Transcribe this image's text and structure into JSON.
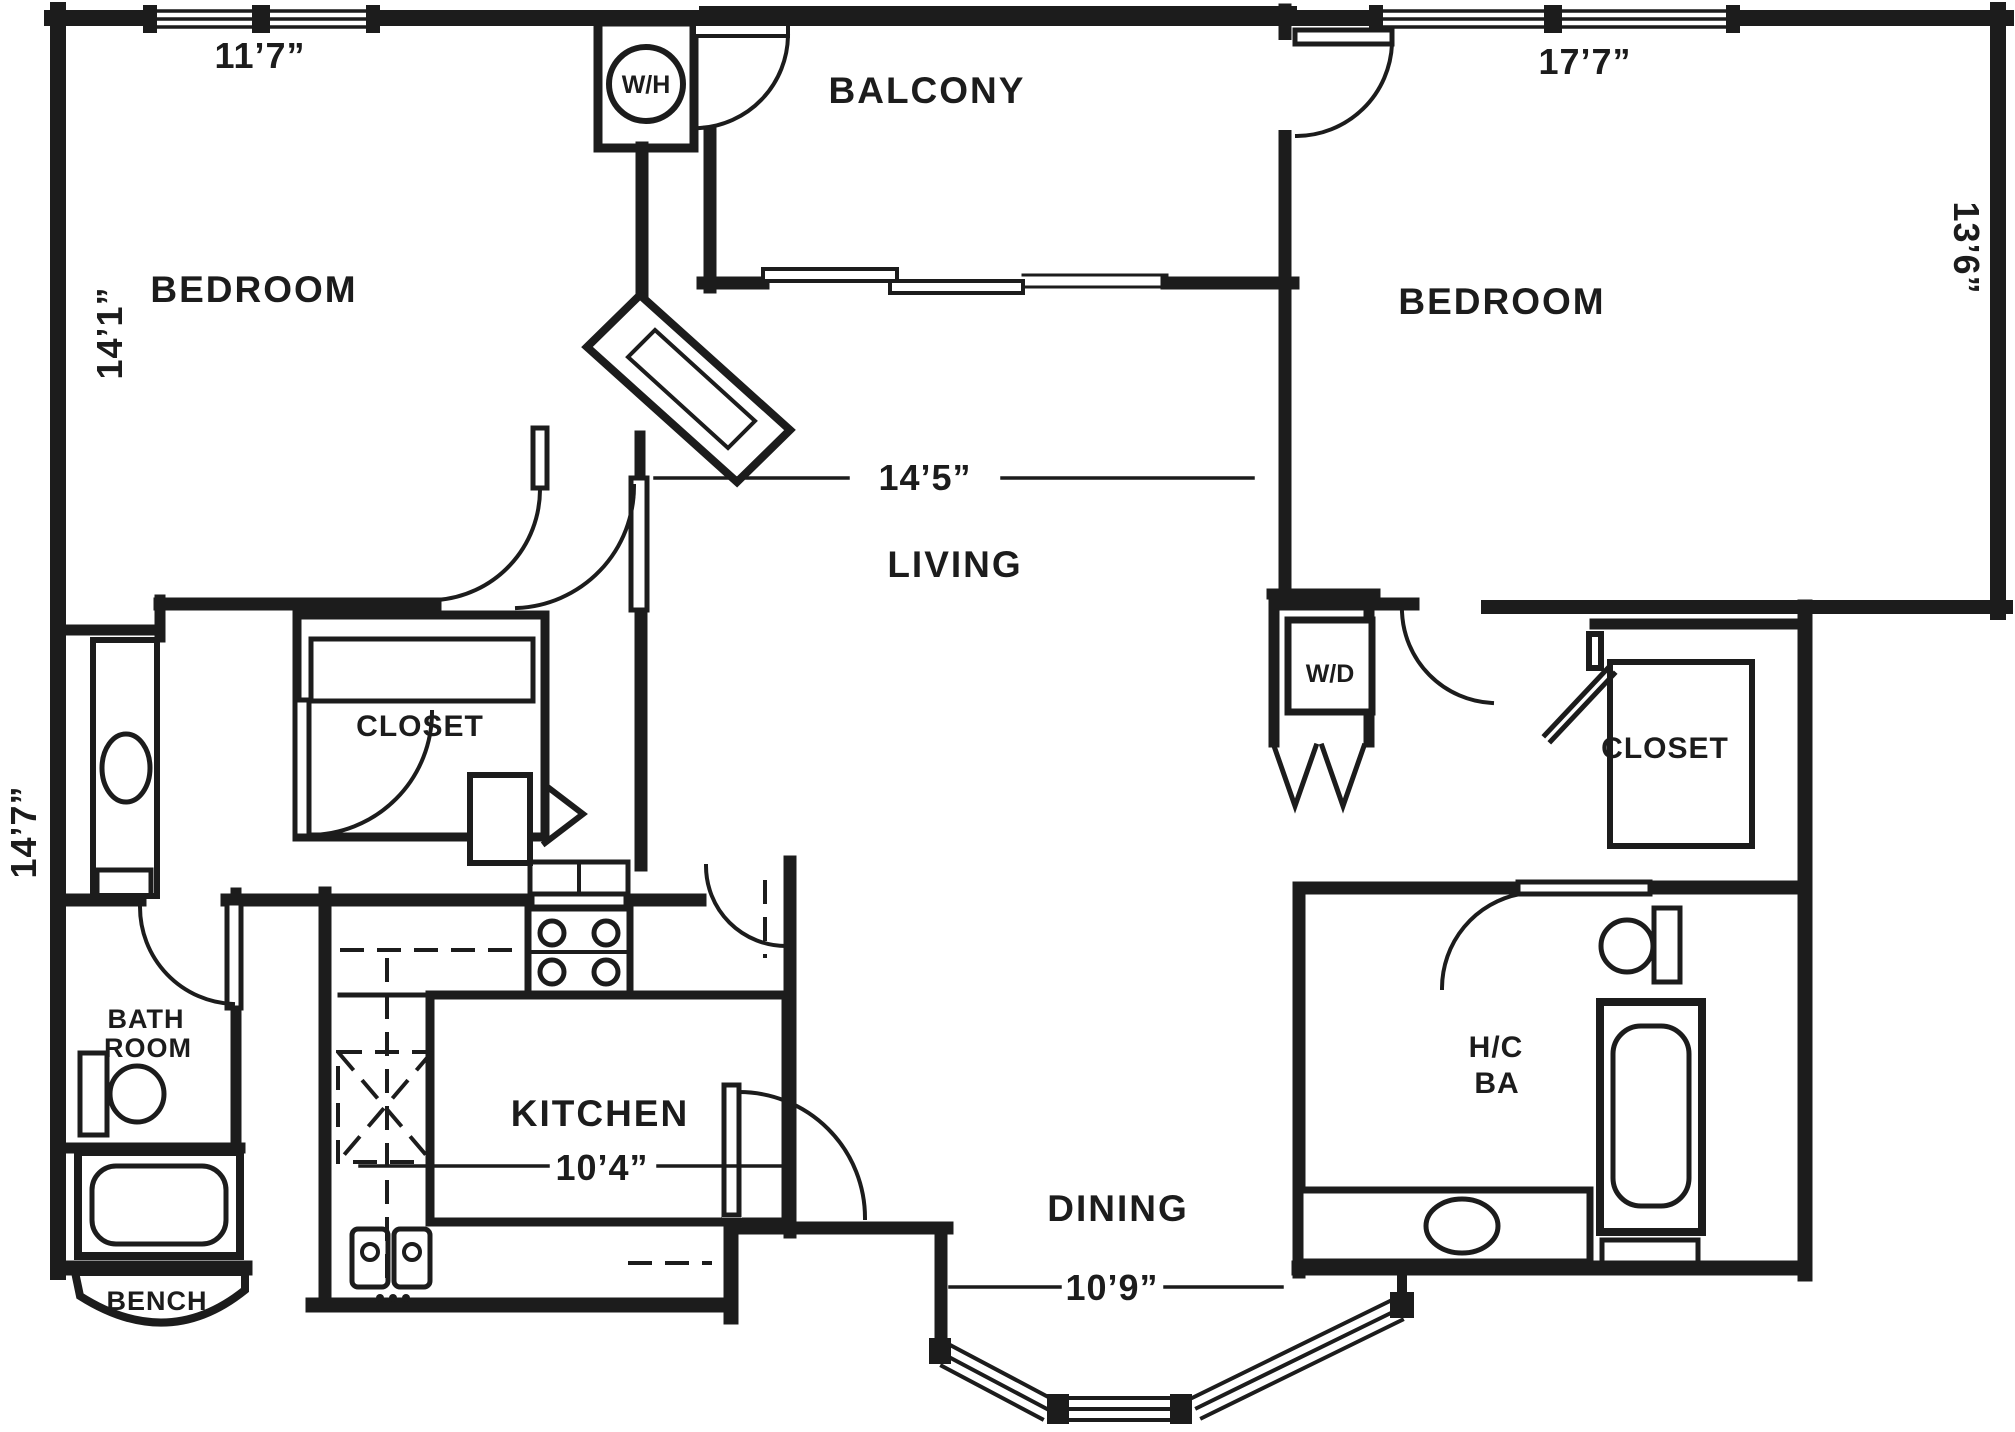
{
  "floorplan": {
    "rooms": {
      "bedroom_left": {
        "label": "BEDROOM"
      },
      "bedroom_right": {
        "label": "BEDROOM"
      },
      "balcony": {
        "label": "BALCONY"
      },
      "living": {
        "label": "LIVING"
      },
      "kitchen": {
        "label": "KITCHEN"
      },
      "dining": {
        "label": "DINING"
      },
      "bathroom": {
        "label_line1": "BATH",
        "label_line2": "ROOM"
      },
      "hc_bath": {
        "label_line1": "H/C",
        "label_line2": "BA"
      },
      "bench": {
        "label": "BENCH"
      },
      "closet_left": {
        "label": "CLOSET"
      },
      "closet_right": {
        "label": "CLOSET"
      }
    },
    "dimensions": {
      "bedroom_left_width": "11’7”",
      "bedroom_left_depth": "14’1”",
      "bedroom_right_width": "17’7”",
      "bedroom_right_depth": "13’6”",
      "living_width": "14’5”",
      "left_side_depth": "14’7”",
      "kitchen_width": "10’4”",
      "dining_width": "10’9”"
    },
    "appliances": {
      "water_heater": "W/H",
      "washer_dryer": "W/D"
    },
    "colors": {
      "ink": "#1c1c1c",
      "background": "#ffffff"
    }
  }
}
